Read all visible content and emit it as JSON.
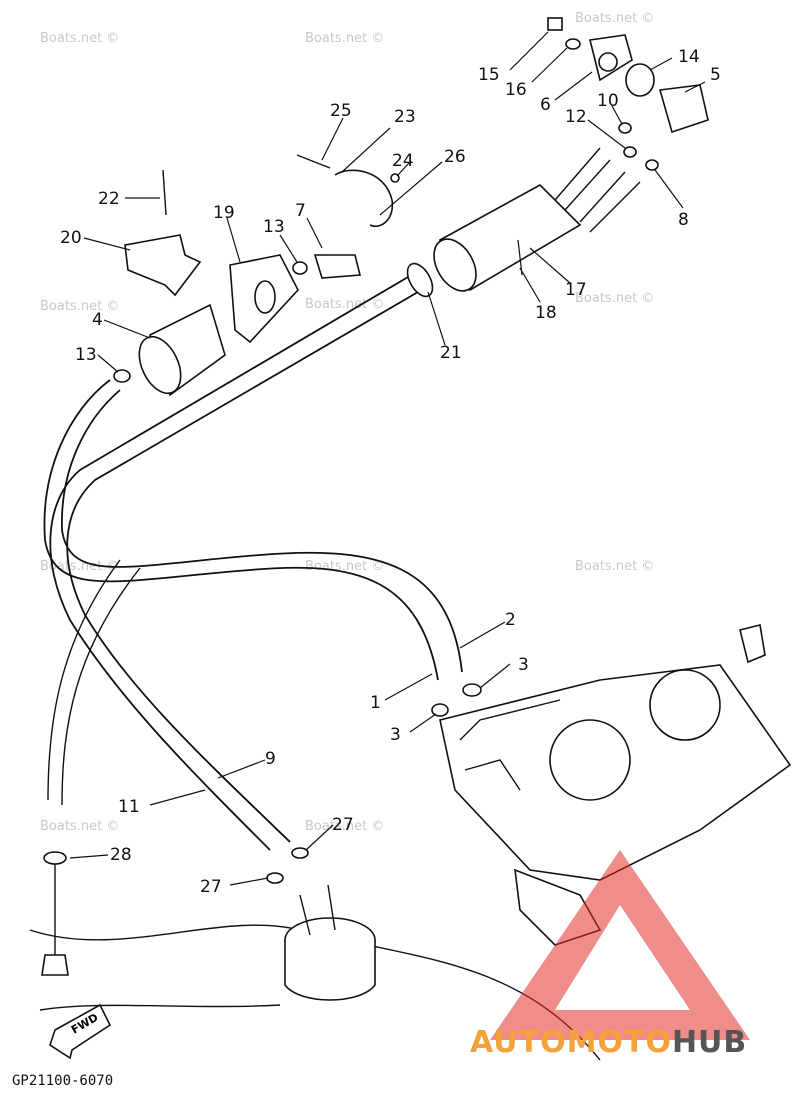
{
  "diagram": {
    "part_numbers": [
      "15",
      "16",
      "6",
      "14",
      "5",
      "10",
      "12",
      "8",
      "25",
      "23",
      "24",
      "26",
      "22",
      "19",
      "13",
      "7",
      "20",
      "4",
      "13",
      "21",
      "17",
      "18",
      "2",
      "3",
      "1",
      "3",
      "9",
      "11",
      "27",
      "27",
      "28"
    ],
    "diagram_code": "GP21100-6070",
    "fwd_label": "FWD",
    "watermark": "Boats.net ©",
    "brand": {
      "part1": "AUTOMOTO",
      "part2": "HUB",
      "color1": "#f4a23c",
      "color2": "#555555",
      "logo_color": "#e0302a"
    }
  }
}
